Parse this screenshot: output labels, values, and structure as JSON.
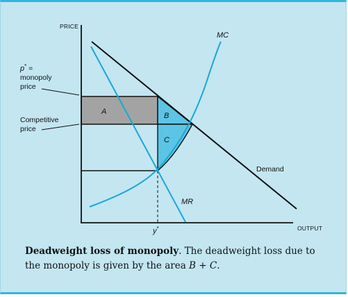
{
  "axes": {
    "y_label": "PRICE",
    "x_label": "OUTPUT"
  },
  "curves": {
    "mc": "MC",
    "mr": "MR",
    "demand": "Demand"
  },
  "regions": {
    "a": "A",
    "b": "B",
    "c": "C"
  },
  "annotations": {
    "monopoly_price": {
      "symbol": "p",
      "sup": "*",
      "eq": " =",
      "line1": "monopoly",
      "line2": "price"
    },
    "competitive_price": {
      "line1": "Competitive",
      "line2": "price"
    },
    "y_star": {
      "symbol": "y",
      "sup": "*"
    }
  },
  "caption": {
    "title": "Deadweight loss of monopoly",
    "text_before": ".  The deadweight loss due to the monopoly is given by the area ",
    "expr": "B + C",
    "text_after": "."
  },
  "colors": {
    "panel_bg": "#c3e6f1",
    "border": "#33b4dc",
    "curve_cyan": "#1aa7d6",
    "region_a": "#a3a3a3",
    "region_bc": "#5cc4e4"
  }
}
